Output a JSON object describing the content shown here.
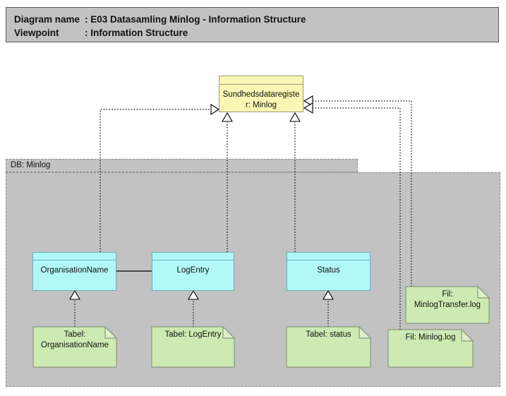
{
  "title_bar": {
    "rows": [
      {
        "label": "Diagram name",
        "value": ": E03 Datasamling Minlog - Information Structure"
      },
      {
        "label": "Viewpoint",
        "value": ": Information Structure"
      }
    ]
  },
  "register": {
    "name_lines": [
      "Sundhedsdataregiste",
      "r: Minlog"
    ]
  },
  "container": {
    "label": "DB: Minlog"
  },
  "entities": [
    {
      "label": "OrganisationName"
    },
    {
      "label": "LogEntry"
    },
    {
      "label": "Status"
    }
  ],
  "notes": [
    {
      "lines": [
        "Tabel:",
        "OrganisationName"
      ]
    },
    {
      "lines": [
        "Tabel: LogEntry"
      ]
    },
    {
      "lines": [
        "Tabel: status"
      ]
    },
    {
      "lines": [
        "Fil: Minlog.log"
      ]
    },
    {
      "lines": [
        "Fil:",
        "MinlogTransfer.log"
      ]
    }
  ],
  "colors": {
    "title_fill": "#c2c2c2",
    "container_fill": "#c2c2c2",
    "register_fill": "#faf7b4",
    "entity_fill": "#b2f8f8",
    "note_fill": "#cdeab3",
    "note_fold_fill": "#ddf0c9",
    "line": "#000000"
  }
}
